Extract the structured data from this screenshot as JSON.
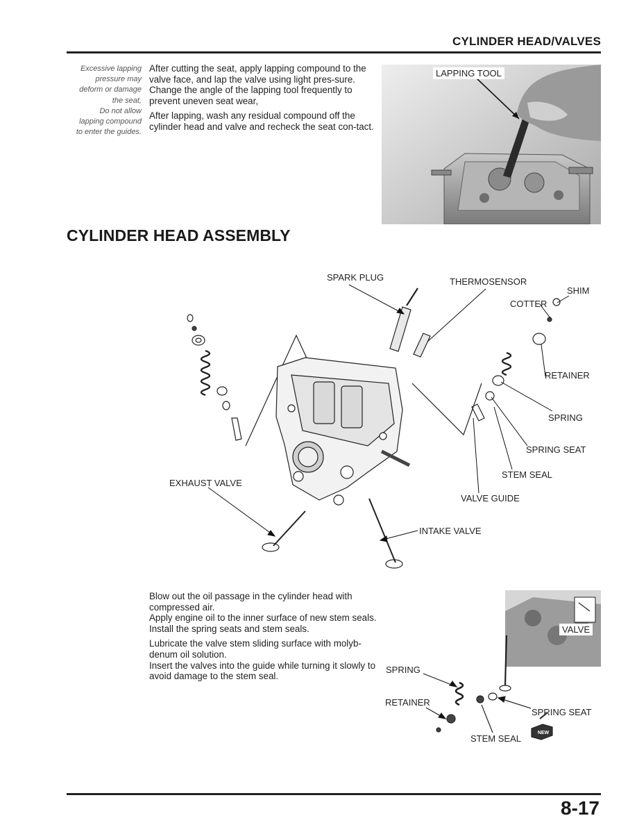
{
  "header": {
    "title": "CYLINDER HEAD/VALVES"
  },
  "side_note": {
    "lines": [
      "Excessive lapping",
      "pressure may",
      "deform or damage",
      "the seat,",
      "Do not allow",
      "lapping compound",
      "to enter the guides."
    ]
  },
  "lapping": {
    "p1": "After cutting the seat, apply lapping compound to the valve face, and lap the valve using light pres-sure.",
    "p2": "Change the angle of the lapping tool frequently to prevent uneven seat wear,",
    "p3": "After lapping, wash any residual compound off the cylinder head and valve and recheck the seat con-tact.",
    "photo_label": "LAPPING TOOL"
  },
  "section": {
    "title": "CYLINDER HEAD ASSEMBLY"
  },
  "diagram_labels": {
    "spark_plug": "SPARK PLUG",
    "thermosensor": "THERMOSENSOR",
    "shim": "SHIM",
    "cotter": "COTTER",
    "retainer": "RETAINER",
    "spring": "SPRING",
    "spring_seat": "SPRING SEAT",
    "stem_seal": "STEM SEAL",
    "valve_guide": "VALVE GUIDE",
    "exhaust_valve": "EXHAUST VALVE",
    "intake_valve": "INTAKE VALVE"
  },
  "install": {
    "p1": "Blow out the oil passage in the cylinder head with compressed air.",
    "p2": "Apply engine oil to the inner surface of new stem seals.",
    "p3": "Install the spring seats and stem seals.",
    "p4": "Lubricate the valve stem sliding surface with molyb-denum oil solution.",
    "p5": "Insert the valves into the guide while turning it slowly to avoid damage to the stem seal."
  },
  "install_labels": {
    "valve": "VALVE",
    "spring": "SPRING",
    "retainer": "RETAINER",
    "spring_seat": "SPRING SEAT",
    "stem_seal": "STEM SEAL",
    "new_badge": "NEW"
  },
  "footer": {
    "page_number": "8-17"
  }
}
